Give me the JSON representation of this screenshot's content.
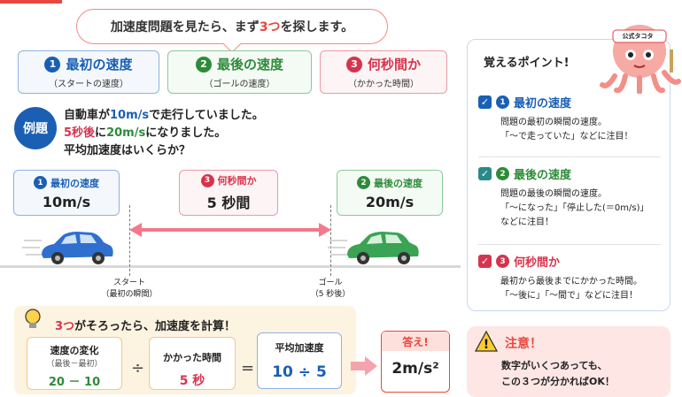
{
  "header": {
    "bubble_pre": "加速度問題を見たら、まず",
    "bubble_hl": "3つ",
    "bubble_post": "を探します。"
  },
  "cards": [
    {
      "num": "1",
      "title": "最初の速度",
      "sub": "（スタートの速度）",
      "color": "#1a5fb4"
    },
    {
      "num": "2",
      "title": "最後の速度",
      "sub": "（ゴールの速度）",
      "color": "#2e8b3a"
    },
    {
      "num": "3",
      "title": "何秒間か",
      "sub": "（かかった時間）",
      "color": "#d6344c"
    }
  ],
  "example": {
    "badge": "例題",
    "line1_a": "自動車が",
    "line1_b": "10m/s",
    "line1_c": "で走行していました。",
    "line2_a": "5秒後",
    "line2_b": "に",
    "line2_c": "20m/s",
    "line2_d": "になりました。",
    "line3": "平均加速度はいくらか？"
  },
  "diagram": {
    "start_label": "最初の速度",
    "start_value": "10m/s",
    "start_num": "1",
    "time_label": "何秒間か",
    "time_value": "5 秒間",
    "time_num": "3",
    "end_label": "最後の速度",
    "end_value": "20m/s",
    "end_num": "2",
    "start_cap1": "スタート",
    "start_cap2": "（最初の瞬間）",
    "goal_cap1": "ゴール",
    "goal_cap2": "（5 秒後）"
  },
  "calc": {
    "head_hl": "3つ",
    "head_rest": "がそろったら、加速度を計算！",
    "box1_title": "速度の変化",
    "box1_sub": "（最後－最初）",
    "box1_val": "20 － 10",
    "div": "÷",
    "box2_title": "かかった時間",
    "box2_val": "5 秒",
    "eq": "=",
    "box3_title": "平均加速度",
    "box3_val": "10 ÷ 5",
    "answer_head": "答え!",
    "answer_val": "2m/s²"
  },
  "points": {
    "title": "覚えるポイント!",
    "mascot_band": "公式タコタ",
    "items": [
      {
        "num": "1",
        "title": "最初の速度",
        "desc1": "問題の最初の瞬間の速度。",
        "desc2": "「〜で走っていた」などに注目！",
        "desc3": ""
      },
      {
        "num": "2",
        "title": "最後の速度",
        "desc1": "問題の最後の瞬間の速度。",
        "desc2": "「〜になった」「停止した(＝0m/s)」",
        "desc3": "などに注目！"
      },
      {
        "num": "3",
        "title": "何秒間か",
        "desc1": "最初から最後までにかかった時間。",
        "desc2": "「〜後に」「〜間で」などに注目！",
        "desc3": ""
      }
    ]
  },
  "warning": {
    "title": "注意！",
    "line1": "数字がいくつあっても、",
    "line2": "この３つが分かればOK！"
  },
  "colors": {
    "blue": "#1a5fb4",
    "green": "#2e8b3a",
    "red": "#d6344c",
    "accent": "#e8473d"
  }
}
